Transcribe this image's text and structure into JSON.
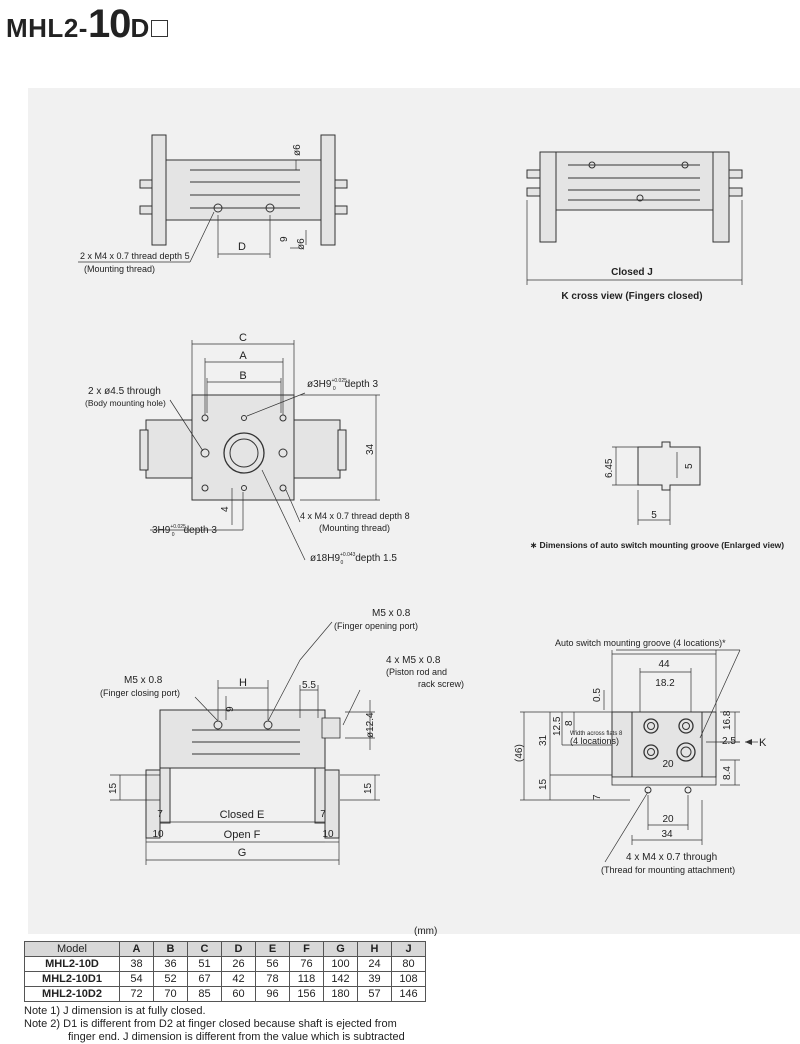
{
  "title": {
    "prefix": "MHL2-",
    "size": "10",
    "suffix": "D"
  },
  "views": {
    "top": {
      "callout1": "2 x M4 x 0.7 thread depth 5",
      "callout2": "(Mounting thread)",
      "dim_D": "D",
      "dim_9": "9",
      "dim_d6a": "ø6",
      "dim_d6b": "ø6"
    },
    "k_cross": {
      "closed_label": "Closed J",
      "caption": "K cross view (Fingers closed)"
    },
    "front": {
      "dim_C": "C",
      "dim_A": "A",
      "dim_B": "B",
      "dim_34": "34",
      "dim_4": "4",
      "through_1": "2 x ø4.5 through",
      "through_2": "(Body mounting hole)",
      "pin_hole_prefix": "ø3H9",
      "pin_hole_tol": "+0.025",
      "pin_hole_tol0": "0",
      "pin_hole_suffix": "depth 3",
      "lower_pin_prefix": "3H9",
      "lower_pin_suffix": "depth 3",
      "thread_1": "4 x M4 x 0.7 thread depth 8",
      "thread_2": "(Mounting thread)",
      "bore_prefix": "ø18H9",
      "bore_tol": "+0.043",
      "bore_suffix": "depth 1.5"
    },
    "groove": {
      "dim_645": "6.45",
      "dim_5a": "5",
      "dim_5b": "5",
      "caption": "∗ Dimensions of auto switch mounting groove (Enlarged view)"
    },
    "bottom": {
      "open_port_1": "M5 x 0.8",
      "open_port_2": "(Finger opening port)",
      "close_port_1": "M5 x 0.8",
      "close_port_2": "(Finger closing port)",
      "piston_1": "4 x M5 x 0.8",
      "piston_2": "(Piston rod and",
      "piston_3": "rack screw)",
      "dim_H": "H",
      "dim_9": "9",
      "dim_55": "5.5",
      "dim_124": "ø12.4",
      "dim_15": "15",
      "dim_7": "7",
      "dim_10a": "10",
      "dim_10b": "10",
      "closed_E": "Closed E",
      "open_F": "Open F",
      "dim_G": "G"
    },
    "side": {
      "groove_label": "Auto switch mounting groove (4 locations)*",
      "dim_44": "44",
      "dim_182": "18.2",
      "dim_05": "0.5",
      "dim_125": "12.5",
      "dim_8": "8",
      "dim_31": "31",
      "dim_46": "(46)",
      "dim_15": "15",
      "dim_7": "7",
      "dim_168": "16.8",
      "dim_25": "2.5",
      "dim_84": "8.4",
      "dim_20a": "20",
      "dim_20b": "20",
      "dim_34": "34",
      "flats_1": "Width across flats 8",
      "flats_2": "(4 locations)",
      "arrow_K": "K",
      "through_1": "4 x M4 x 0.7 through",
      "through_2": "(Thread for mounting attachment)"
    }
  },
  "table": {
    "unit": "(mm)",
    "headers": [
      "Model",
      "A",
      "B",
      "C",
      "D",
      "E",
      "F",
      "G",
      "H",
      "J"
    ],
    "rows": [
      {
        "model": "MHL2-10D",
        "values": [
          "38",
          "36",
          "51",
          "26",
          "56",
          "76",
          "100",
          "24",
          "80"
        ]
      },
      {
        "model": "MHL2-10D1",
        "values": [
          "54",
          "52",
          "67",
          "42",
          "78",
          "118",
          "142",
          "39",
          "108"
        ]
      },
      {
        "model": "MHL2-10D2",
        "values": [
          "72",
          "70",
          "85",
          "60",
          "96",
          "156",
          "180",
          "57",
          "146"
        ]
      }
    ]
  },
  "notes": [
    "Note 1) J dimension is at fully closed.",
    "Note 2) D1 is different from D2 at finger closed because shaft is ejected from",
    "finger end. J dimension is different from the value which is subtracted"
  ]
}
